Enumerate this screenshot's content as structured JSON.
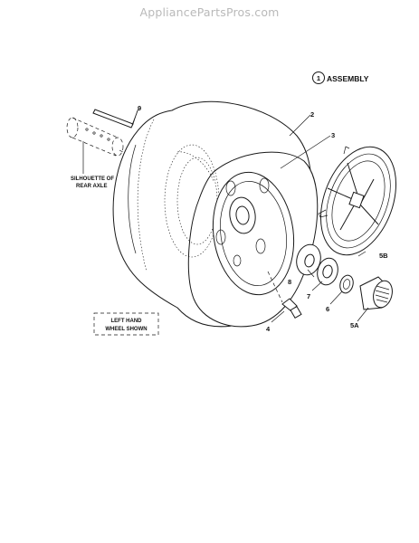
{
  "watermark": "AppliancePartsPros.com",
  "assembly": {
    "number": "1",
    "label": "ASSEMBLY"
  },
  "callouts": {
    "c2": "2",
    "c3": "3",
    "c4": "4",
    "c5a": "5A",
    "c5b": "5B",
    "c6": "6",
    "c7": "7",
    "c8": "8",
    "c9": "9"
  },
  "silhouette": {
    "line1": "SILHOUETTE OF",
    "line2": "REAR AXLE"
  },
  "note": {
    "line1": "LEFT HAND",
    "line2": "WHEEL SHOWN"
  }
}
